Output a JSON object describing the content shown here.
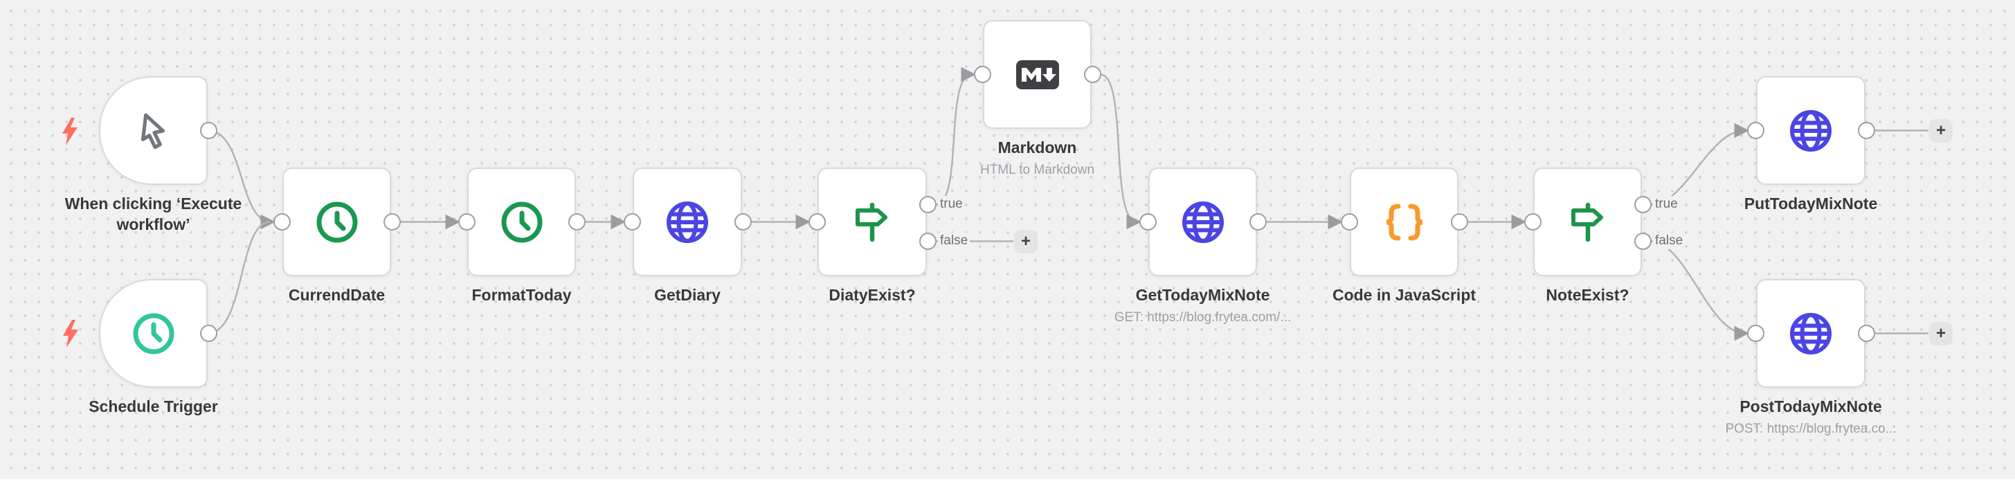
{
  "nodes": [
    {
      "label": "When clicking ‘Execute workflow’",
      "icon": "cursor-icon"
    },
    {
      "label": "Schedule Trigger",
      "icon": "clock-icon"
    },
    {
      "label": "CurrendDate",
      "icon": "clock-icon"
    },
    {
      "label": "FormatToday",
      "icon": "clock-icon"
    },
    {
      "label": "GetDiary",
      "icon": "globe-icon"
    },
    {
      "label": "DiatyExist?",
      "icon": "signpost-icon",
      "outputs": [
        "true",
        "false"
      ]
    },
    {
      "label": "Markdown",
      "subtitle": "HTML to Markdown",
      "icon": "markdown-icon"
    },
    {
      "label": "GetTodayMixNote",
      "subtitle": "GET: https://blog.frytea.com/...",
      "icon": "globe-icon"
    },
    {
      "label": "Code in JavaScript",
      "icon": "braces-icon"
    },
    {
      "label": "NoteExist?",
      "icon": "signpost-icon",
      "outputs": [
        "true",
        "false"
      ]
    },
    {
      "label": "PutTodayMixNote",
      "icon": "globe-icon"
    },
    {
      "label": "PostTodayMixNote",
      "subtitle": "POST: https://blog.frytea.co...",
      "icon": "globe-icon"
    }
  ],
  "ui": {
    "add_button_label": "+"
  },
  "colors": {
    "canvas_bg": "#f1f1f2",
    "node_border": "#d7d9dd",
    "connector": "#b2b2b4",
    "trigger_bolt": "#ff6e5e",
    "clock_green": "#1a9850",
    "schedule_teal": "#31c69b",
    "globe_indigo": "#4a45e4",
    "signpost_green": "#1d9448",
    "braces_orange": "#f89a2b",
    "markdown_dark": "#3e4043"
  }
}
